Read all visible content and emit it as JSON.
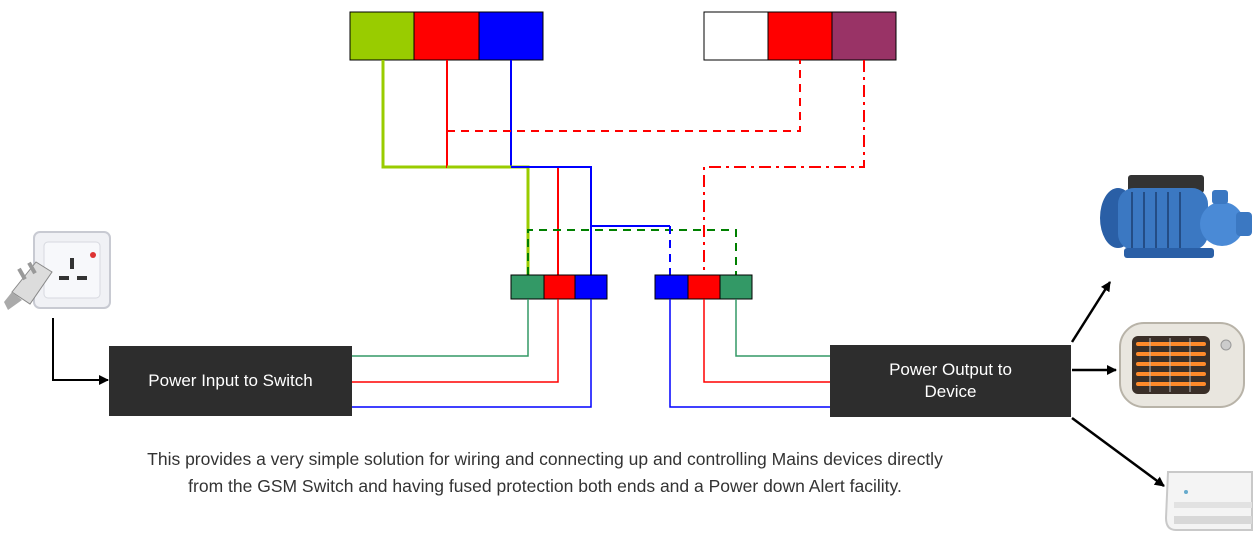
{
  "boxes": {
    "input": "Power Input to Switch",
    "output_line1": "Power Output to",
    "output_line2": "Device"
  },
  "caption": {
    "line1": "This provides a very simple solution for wiring and connecting up and controlling Mains devices directly",
    "line2": "from the GSM Switch and having fused protection both ends and a Power down Alert facility."
  },
  "colors": {
    "earth_green": "#99cc00",
    "terminal_green": "#339966",
    "live_red": "#ff0000",
    "neutral_blue": "#0000ff",
    "alert_purple": "#993366",
    "box_dark": "#2d2d2d"
  },
  "icons": [
    "uk-plug-socket-icon",
    "water-pump-icon",
    "heater-icon",
    "air-conditioner-icon"
  ]
}
